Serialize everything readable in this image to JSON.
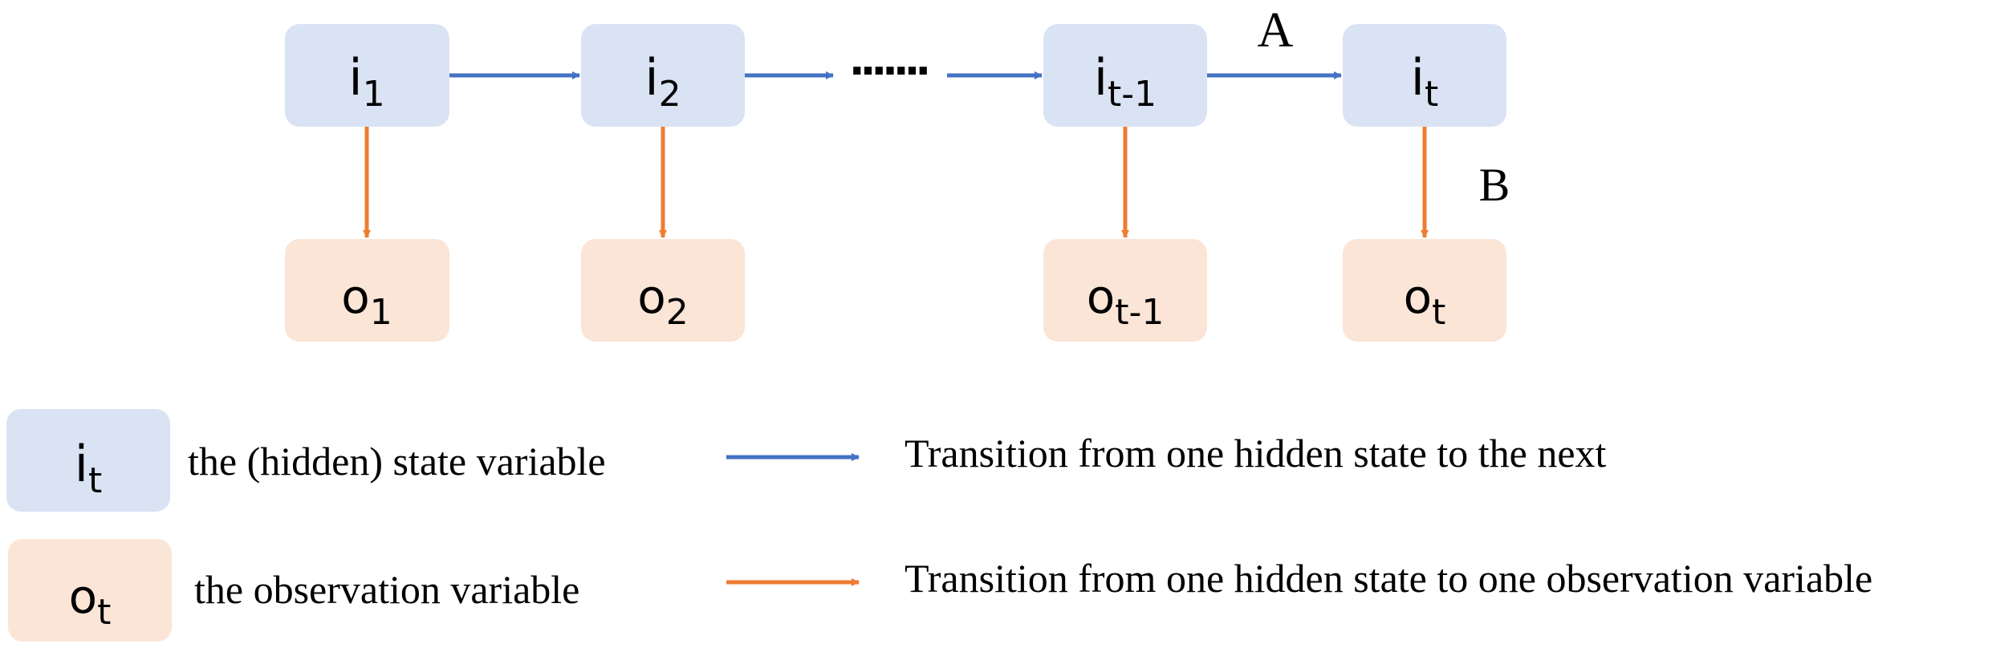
{
  "colors": {
    "hidden_fill": "#dae3f3",
    "obs_fill": "#fbe5d6",
    "blue_arrow": "#4472c4",
    "orange_arrow": "#ed7d31",
    "text": "#000000"
  },
  "hidden_states": [
    {
      "base": "i",
      "sub": "1"
    },
    {
      "base": "i",
      "sub": "2"
    },
    {
      "base": "i",
      "sub": "t-1"
    },
    {
      "base": "i",
      "sub": "t"
    }
  ],
  "observations": [
    {
      "base": "o",
      "sub": "1"
    },
    {
      "base": "o",
      "sub": "2"
    },
    {
      "base": "o",
      "sub": "t-1"
    },
    {
      "base": "o",
      "sub": "t"
    }
  ],
  "ellipsis": "·······",
  "label_a": "A",
  "label_b": "B",
  "legend": {
    "hidden": {
      "base": "i",
      "sub": "t",
      "text": "the (hidden) state variable"
    },
    "observation": {
      "base": "o",
      "sub": "t",
      "text": "the observation variable"
    },
    "blue_arrow_text": "Transition from one hidden state to the next",
    "orange_arrow_text": "Transition from one hidden state to one observation variable"
  }
}
